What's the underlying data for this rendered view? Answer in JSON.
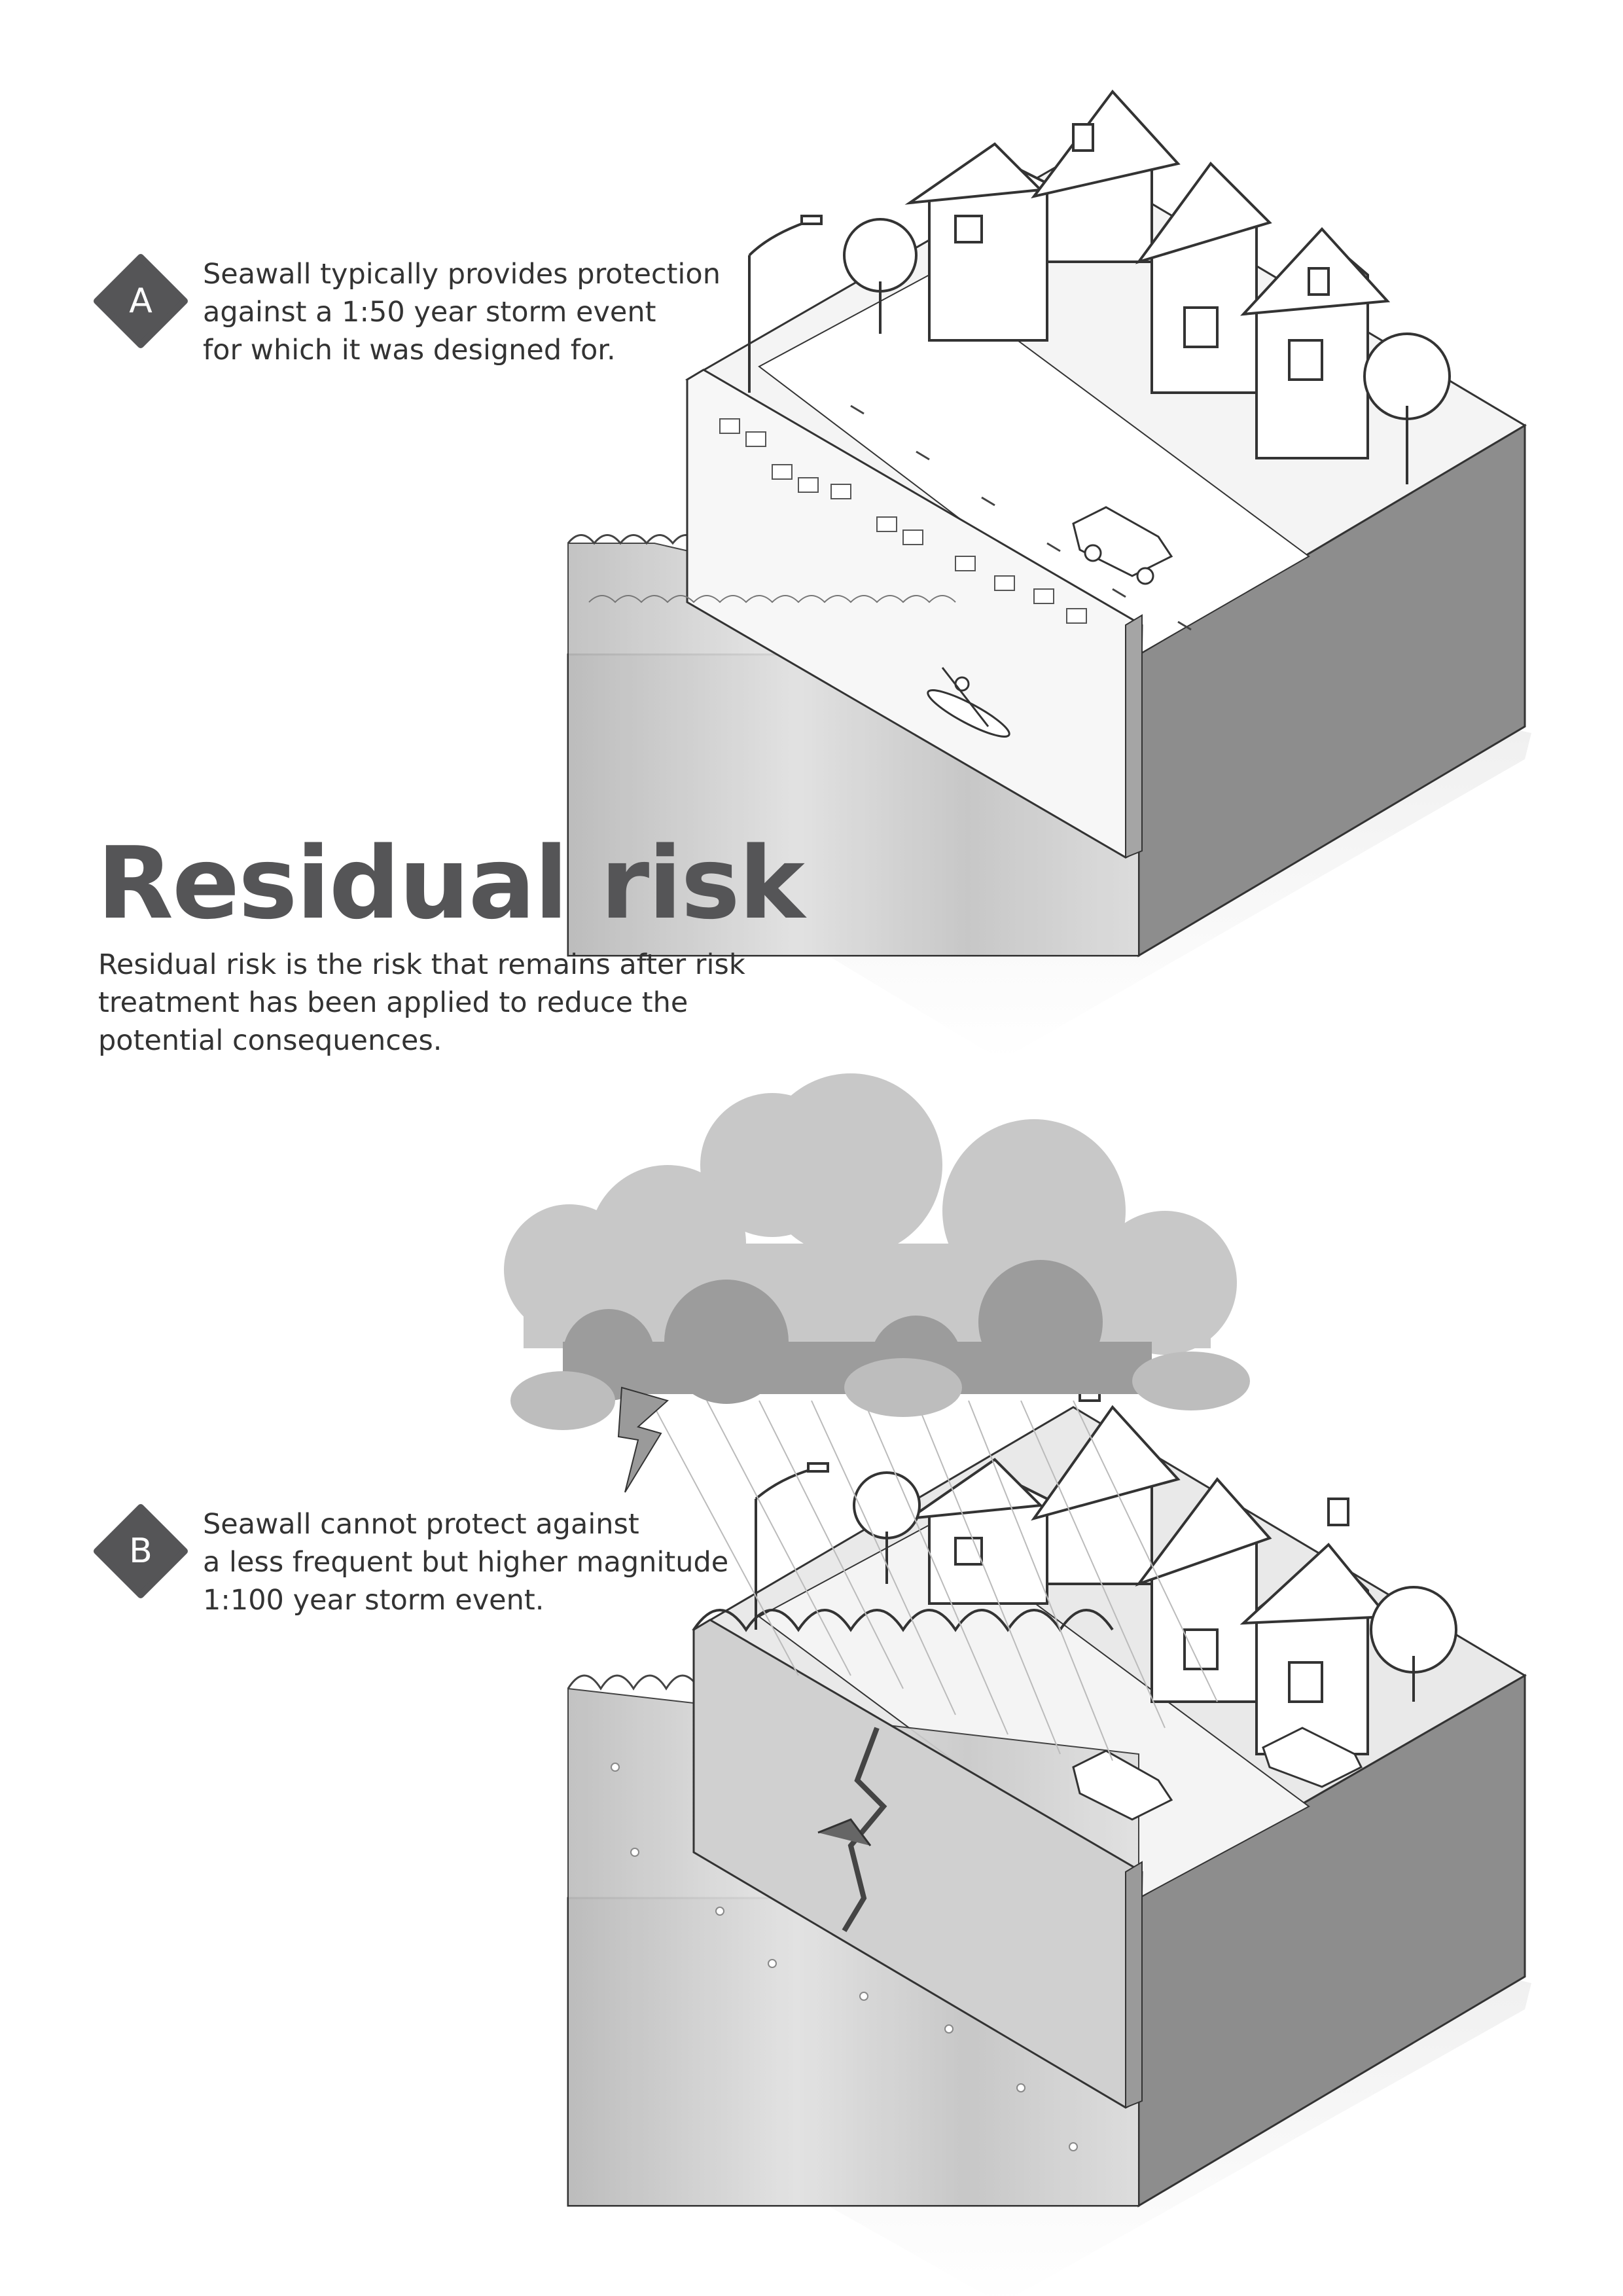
{
  "title": "Residual risk",
  "description_lines": [
    "Residual risk is the risk that remains after risk",
    "treatment has been applied to reduce the",
    "potential consequences."
  ],
  "panel_a": {
    "badge": "A",
    "lines": [
      "Seawall typically provides protection",
      "against a 1:50 year storm event",
      "for which it was designed for."
    ]
  },
  "panel_b": {
    "badge": "B",
    "lines": [
      "Seawall cannot protect against",
      "a less frequent but higher magnitude",
      "1:100 year storm event."
    ]
  },
  "colors": {
    "badge_fill": "#555557",
    "title": "#555557",
    "ink": "#333333",
    "block_side": "#8a8a8a",
    "block_front": "#c8c8c8",
    "cloud_light": "#c4c4c4",
    "cloud_dark": "#9a9a9a",
    "water": "#d8d8d8"
  },
  "icons": [
    "diamond-badge-icon",
    "house-icon",
    "tree-icon",
    "car-icon",
    "street-lamp-icon",
    "kayak-icon",
    "storm-cloud-icon",
    "lightning-icon",
    "wave-icon"
  ]
}
